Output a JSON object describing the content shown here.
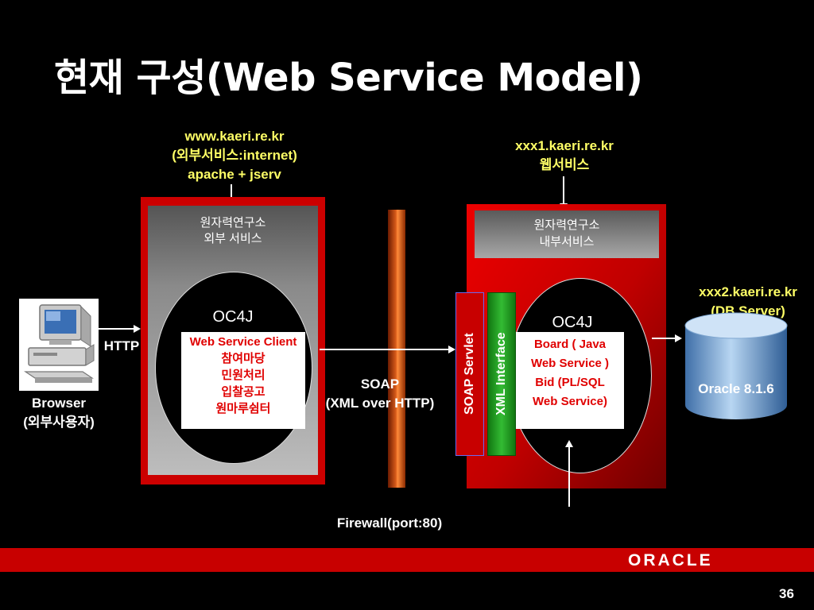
{
  "slide": {
    "title": "현재 구성(Web Service Model)",
    "page_number": "36",
    "footer_logo": "ORACLE"
  },
  "external_server": {
    "host": "www.kaeri.re.kr",
    "desc": "(외부서비스:internet)",
    "stack": "apache + jserv",
    "panel_line1": "원자력연구소",
    "panel_line2": "외부 서비스",
    "container": "OC4J",
    "client_label": "Web Service Client",
    "services": [
      "참여마당",
      "민원처리",
      "입찰공고",
      "원마루쉼터"
    ]
  },
  "internal_server": {
    "host": "xxx1.kaeri.re.kr",
    "desc": "웹서비스",
    "panel_line1": "원자력연구소",
    "panel_line2": "내부서비스",
    "container": "OC4J",
    "soap_servlet": "SOAP Servlet",
    "xml_interface": "XML Interface",
    "services": [
      "Board ( Java",
      "Web Service )",
      "Bid (PL/SQL",
      "Web Service)"
    ]
  },
  "db_server": {
    "host": "xxx2.kaeri.re.kr",
    "desc": "(DB Server)",
    "db": "Oracle 8.1.6"
  },
  "browser": {
    "label": "Browser",
    "desc": "(외부사용자)",
    "protocol": "HTTP"
  },
  "soap_link": {
    "line1": "SOAP",
    "line2": "(XML over HTTP)"
  },
  "firewall": {
    "label": "Firewall(port:80)"
  },
  "colors": {
    "background": "#000000",
    "accent_red": "#cc0000",
    "label_yellow": "#ffff66",
    "text_red": "#e00000",
    "xml_green": "#22aa22",
    "servlet_red": "#cc0000"
  }
}
